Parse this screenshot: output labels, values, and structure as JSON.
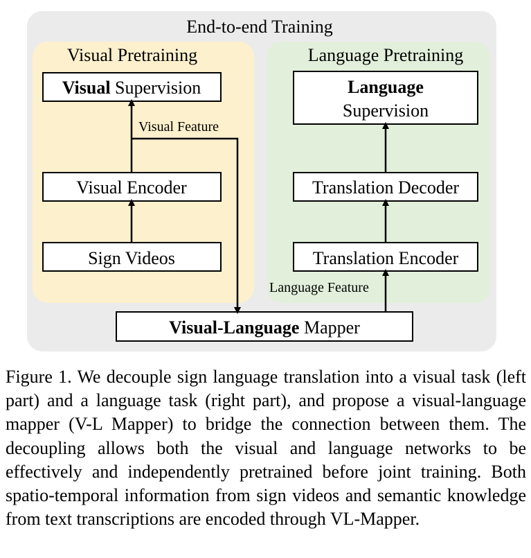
{
  "diagram": {
    "outer_title": "End-to-end Training",
    "visual_region_title": "Visual Pretraining",
    "language_region_title": "Language Pretraining",
    "visual_supervision": {
      "bold": "Visual",
      "rest": " Supervision"
    },
    "visual_feature_label": "Visual Feature",
    "visual_encoder": "Visual Encoder",
    "sign_videos": "Sign Videos",
    "language_supervision": {
      "bold": "Language",
      "rest": "Supervision"
    },
    "translation_decoder": "Translation Decoder",
    "translation_encoder": "Translation Encoder",
    "language_feature_label": "Language Feature",
    "mapper": {
      "bold": "Visual-Language",
      "rest": " Mapper"
    }
  },
  "colors": {
    "outer_bg": "#ebebeb",
    "visual_bg": "#fdf0cd",
    "language_bg": "#e2efdb",
    "box_fill": "#ffffff",
    "stroke": "#000000"
  },
  "caption": "Figure 1. We decouple sign language translation into a visual task (left part) and a language task (right part), and propose a visual-language mapper (V-L Mapper) to bridge the connection between them. The decoupling allows both the visual and language networks to be effectively and independently pretrained before joint training. Both spatio-temporal information from sign videos and semantic knowledge from text transcriptions are encoded through VL-Mapper."
}
